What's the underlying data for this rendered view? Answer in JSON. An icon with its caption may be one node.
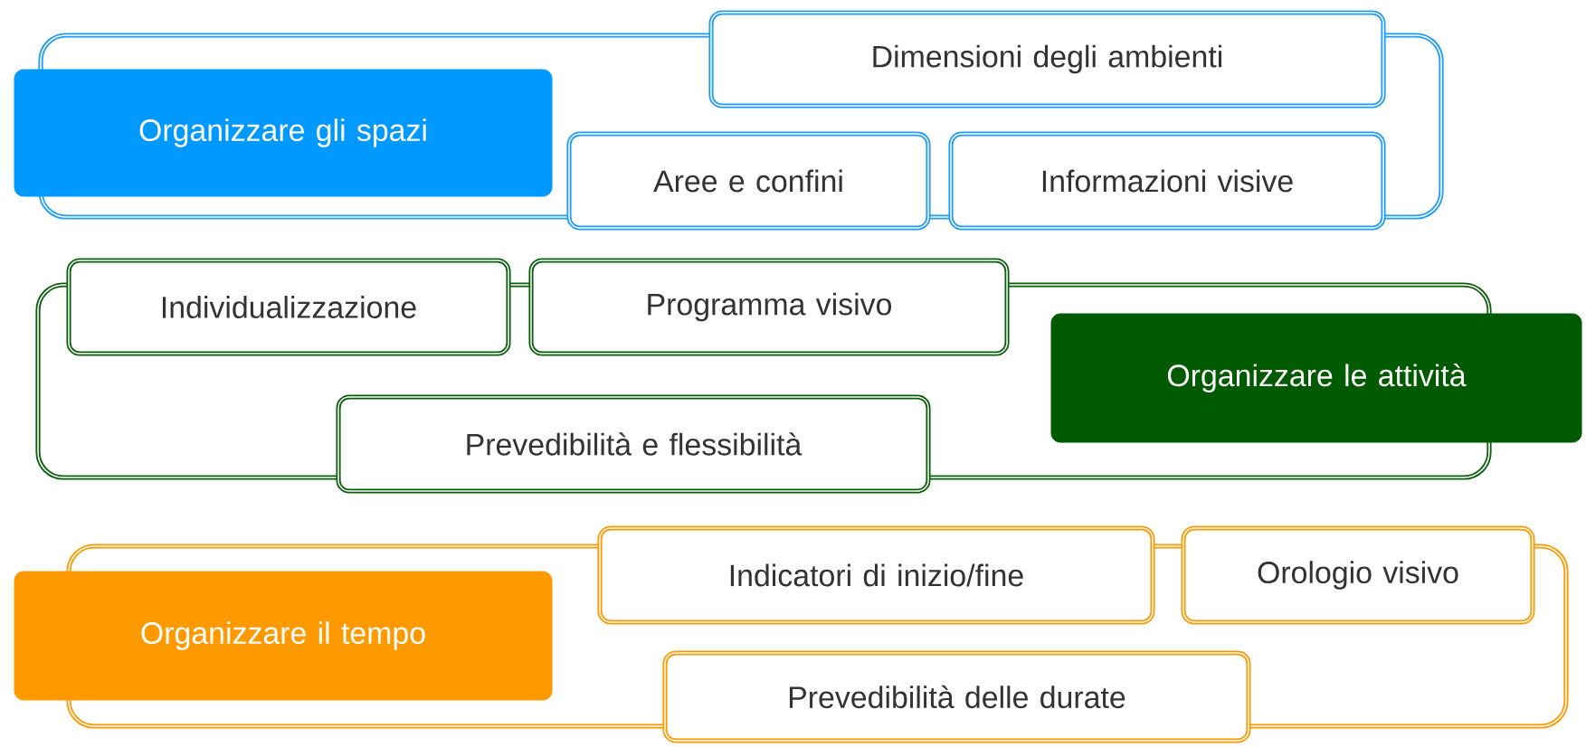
{
  "diagram": {
    "nodes": [
      {
        "text": [
          "Organizzare gli spazi"
        ]
      },
      {
        "text": [
          "Dimensioni degli ambienti"
        ]
      },
      {
        "text": [
          "Aree e confini"
        ]
      },
      {
        "text": [
          "Informazioni visive"
        ]
      },
      {
        "text": [
          "Individualizzazione"
        ]
      },
      {
        "text": [
          "Programma visivo"
        ]
      },
      {
        "text": [
          "Organizzare le attività"
        ]
      },
      {
        "text": [
          "Prevedibilità e flessibilità"
        ]
      },
      {
        "text": [
          "Indicatori di inizio/fine"
        ]
      },
      {
        "text": [
          "Orologio visivo"
        ]
      },
      {
        "text": [
          "Organizzare il tempo"
        ]
      },
      {
        "text": [
          "Prevedibilità delle durate"
        ]
      }
    ]
  }
}
